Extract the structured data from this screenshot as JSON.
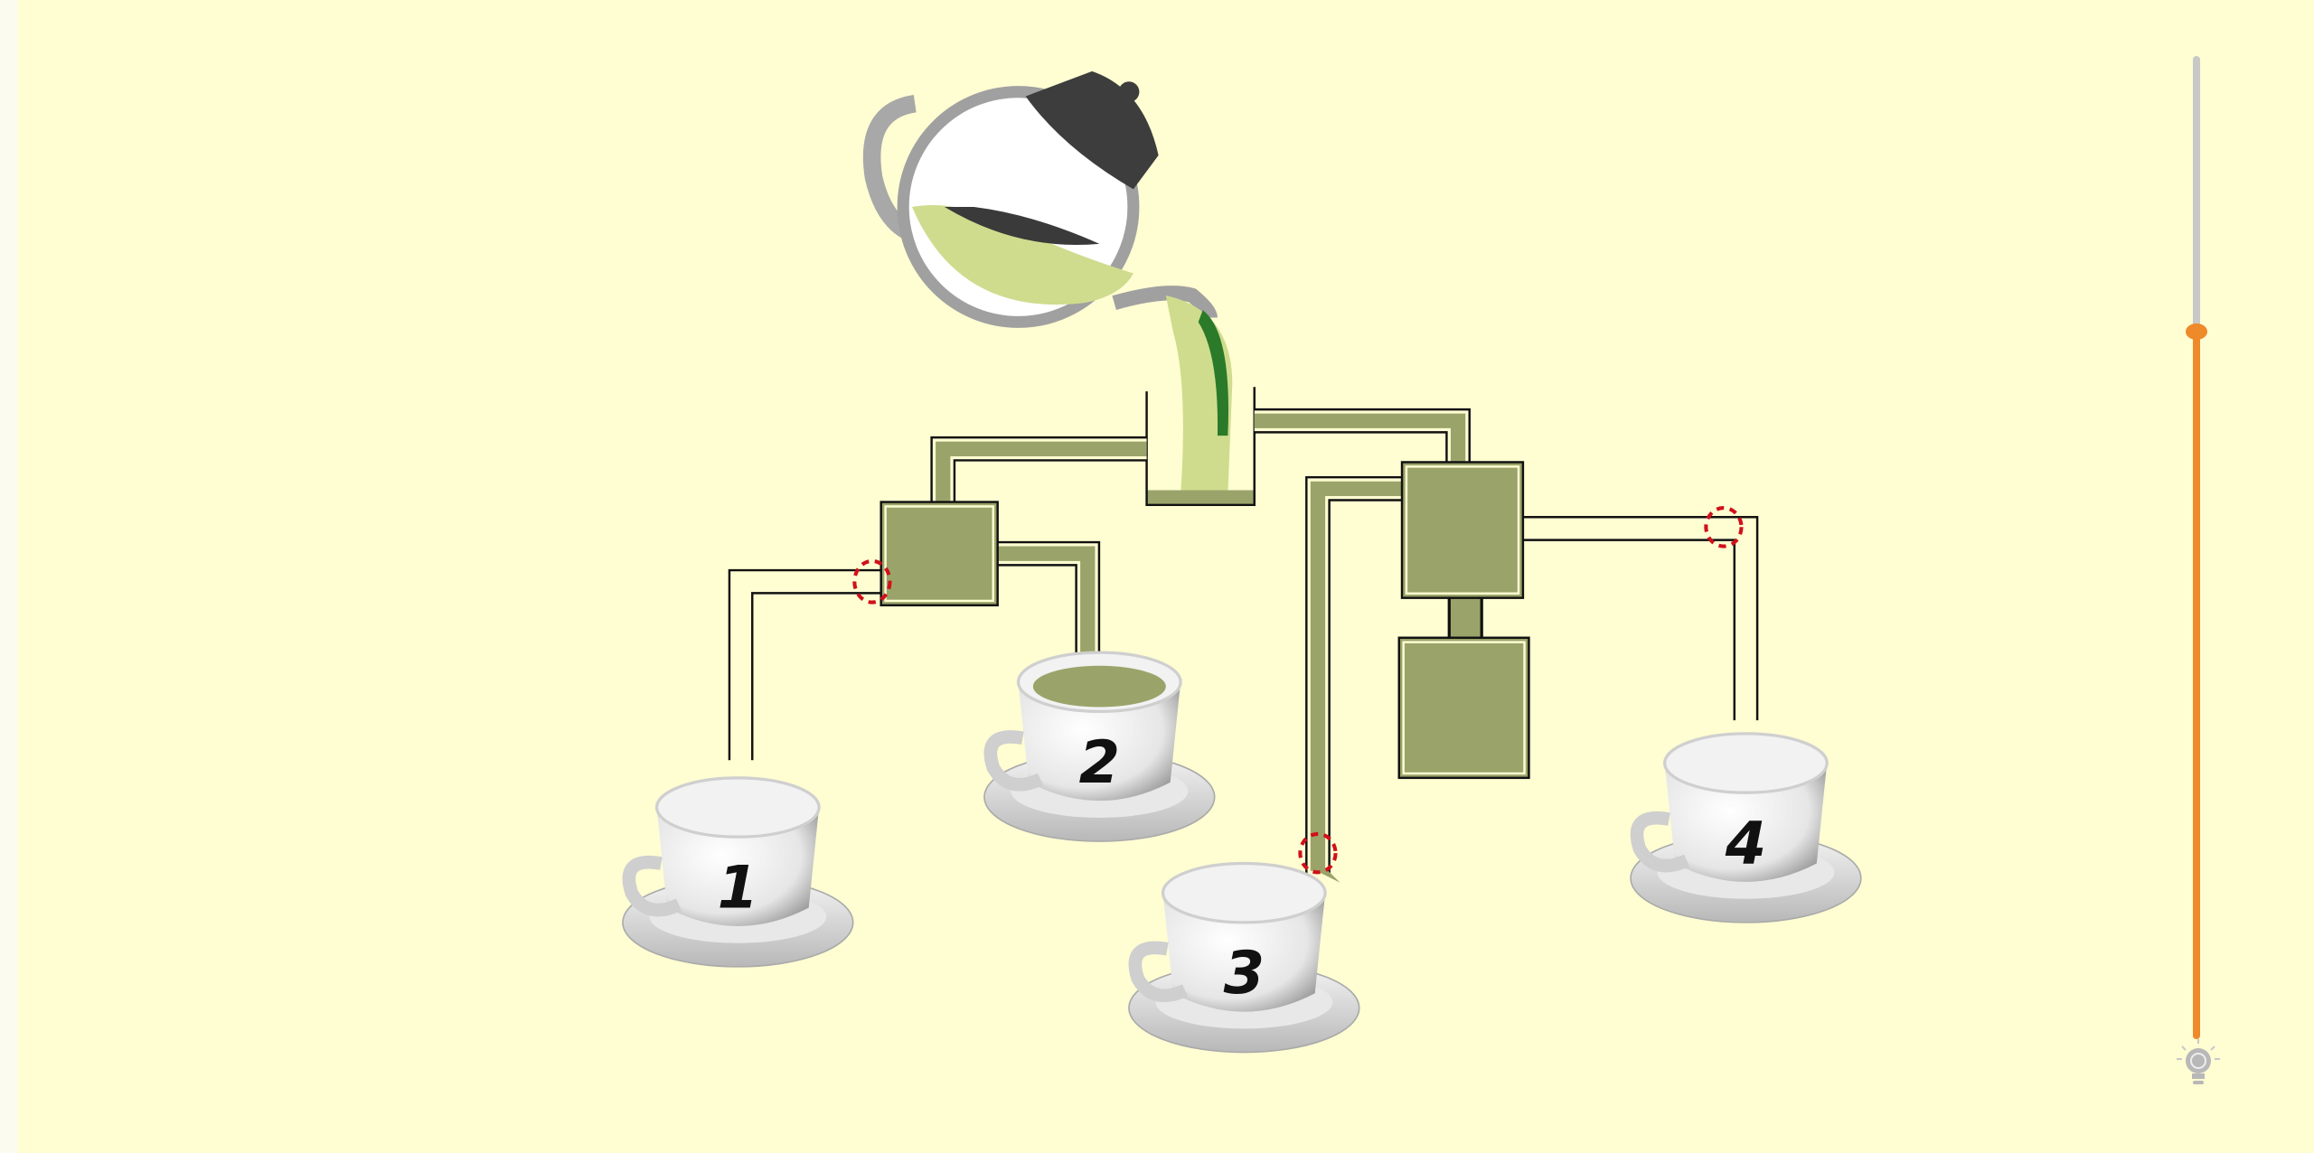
{
  "puzzle": {
    "cups": [
      {
        "label": "1",
        "filled": false
      },
      {
        "label": "2",
        "filled": true
      },
      {
        "label": "3",
        "filled": false
      },
      {
        "label": "4",
        "filled": false
      }
    ],
    "blocked_joints": 3
  },
  "progress_slider": {
    "value": 0.72
  },
  "hint": {
    "icon": "lightbulb-icon"
  },
  "colors": {
    "background": "#fffdd2",
    "tea": "#9aa46a",
    "slider_fill": "#ee8a2a",
    "slider_track": "#c8c8c8",
    "blocked_marker": "#d0101a"
  }
}
